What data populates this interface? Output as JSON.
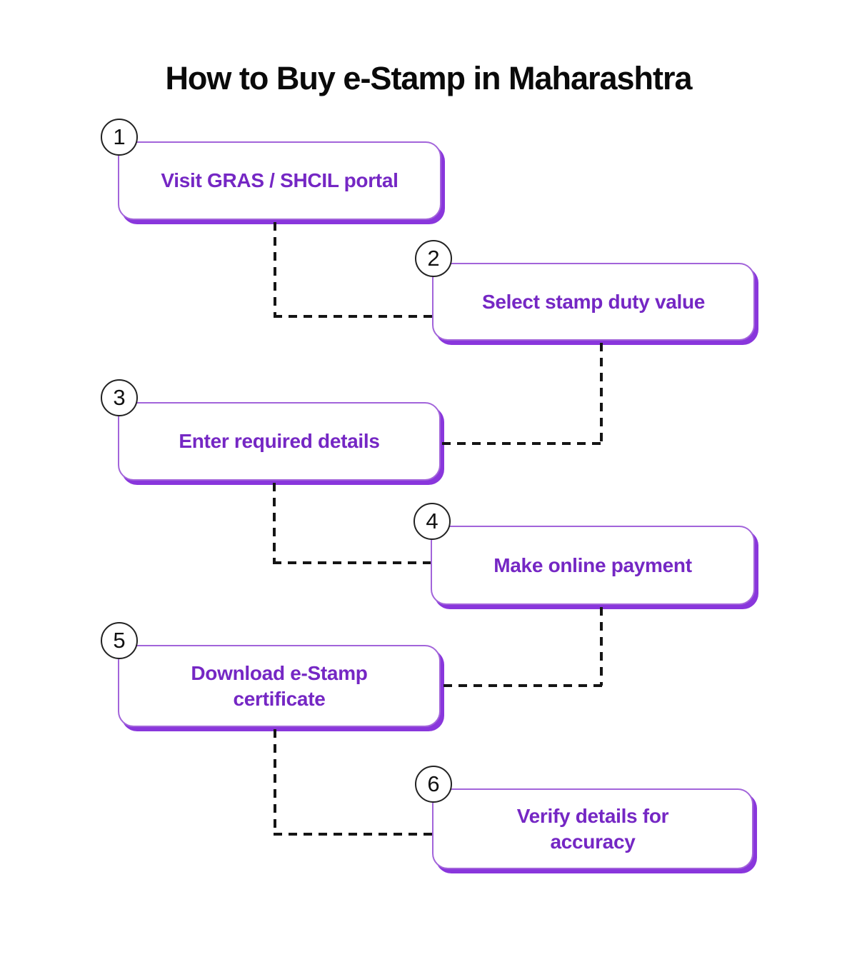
{
  "title": "How to Buy e-Stamp in Maharashtra",
  "steps": [
    {
      "number": "1",
      "label": "Visit GRAS / SHCIL portal"
    },
    {
      "number": "2",
      "label": "Select stamp duty value"
    },
    {
      "number": "3",
      "label": "Enter required details"
    },
    {
      "number": "4",
      "label": "Make online payment"
    },
    {
      "number": "5",
      "label": "Download e-Stamp certificate"
    },
    {
      "number": "6",
      "label": "Verify details for accuracy"
    }
  ],
  "colors": {
    "bg": "#ffffff",
    "purple-border": "#a264da",
    "purple-heavy": "#8936dc",
    "purple-text": "#7527c4",
    "ink": "#0a0a0a",
    "dash": "#151515"
  }
}
